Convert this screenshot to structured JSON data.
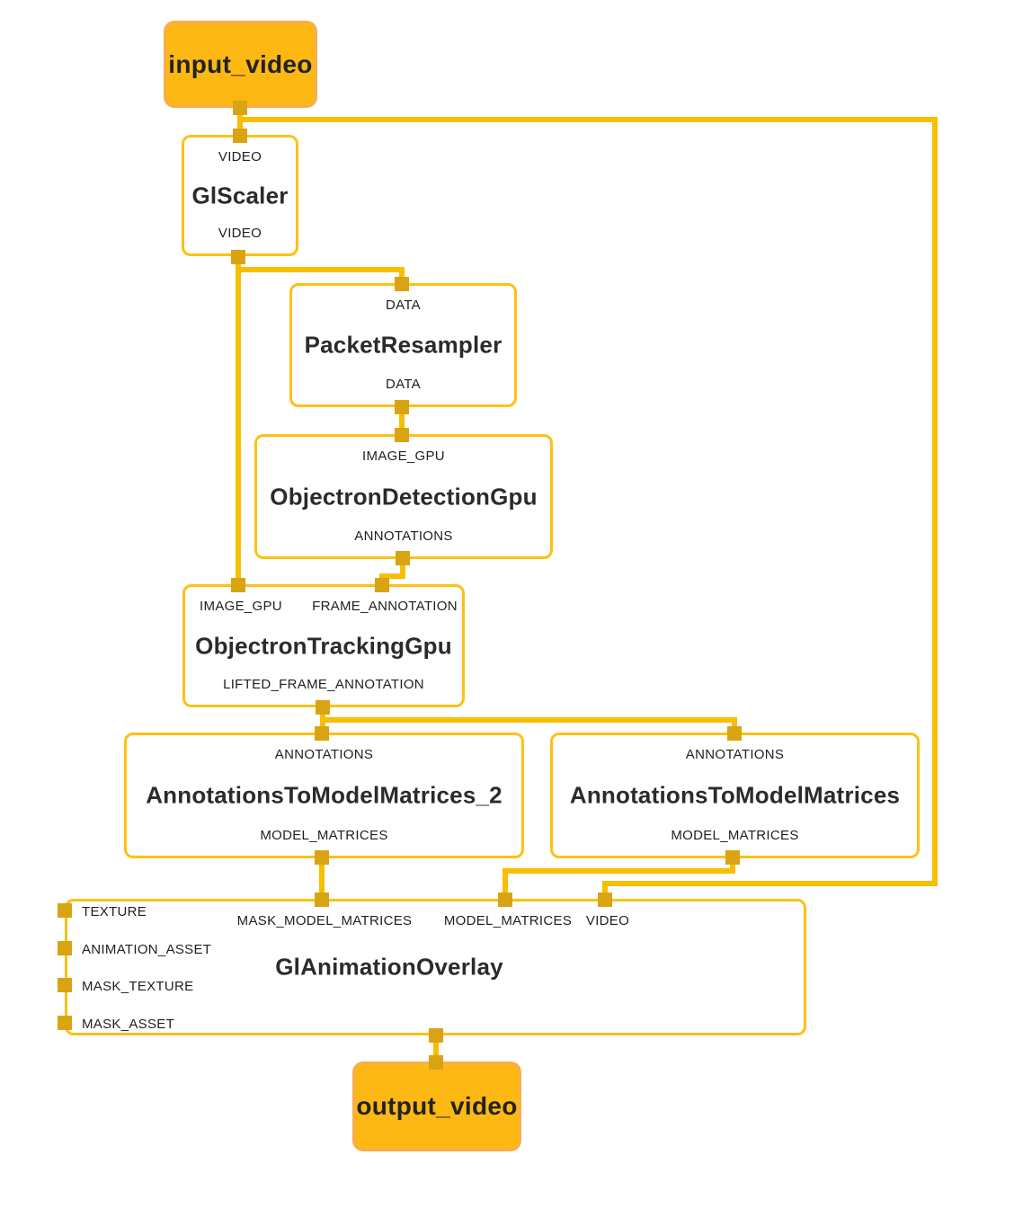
{
  "colors": {
    "wire": "#F8BE00",
    "node_border": "#FCC113",
    "port": "#D9A413",
    "io_fill": "#FDB813",
    "io_border": "#F9AC4F",
    "text": "#2B2B2B",
    "background": "#FFFFFF"
  },
  "nodes": {
    "input_video": {
      "title": "input_video",
      "type": "graph-input"
    },
    "gl_scaler": {
      "title": "GlScaler",
      "input_top": "VIDEO",
      "output_bottom": "VIDEO"
    },
    "packet_resampler": {
      "title": "PacketResampler",
      "input_top": "DATA",
      "output_bottom": "DATA"
    },
    "objectron_detection": {
      "title": "ObjectronDetectionGpu",
      "input_top": "IMAGE_GPU",
      "output_bottom": "ANNOTATIONS"
    },
    "objectron_tracking": {
      "title": "ObjectronTrackingGpu",
      "input_top_1": "IMAGE_GPU",
      "input_top_2": "FRAME_ANNOTATION",
      "output_bottom": "LIFTED_FRAME_ANNOTATION"
    },
    "annotations_to_model_matrices_2": {
      "title": "AnnotationsToModelMatrices_2",
      "input_top": "ANNOTATIONS",
      "output_bottom": "MODEL_MATRICES"
    },
    "annotations_to_model_matrices": {
      "title": "AnnotationsToModelMatrices",
      "input_top": "ANNOTATIONS",
      "output_bottom": "MODEL_MATRICES"
    },
    "gl_animation_overlay": {
      "title": "GlAnimationOverlay",
      "inputs_top": [
        "MASK_MODEL_MATRICES",
        "MODEL_MATRICES",
        "VIDEO"
      ],
      "inputs_left": [
        "TEXTURE",
        "ANIMATION_ASSET",
        "MASK_TEXTURE",
        "MASK_ASSET"
      ]
    },
    "output_video": {
      "title": "output_video",
      "type": "graph-output"
    }
  },
  "edges": [
    {
      "from": "input_video",
      "to": "GlScaler.VIDEO"
    },
    {
      "from": "input_video",
      "to": "GlAnimationOverlay.VIDEO"
    },
    {
      "from": "GlScaler.VIDEO",
      "to": "PacketResampler.DATA"
    },
    {
      "from": "GlScaler.VIDEO",
      "to": "ObjectronTrackingGpu.IMAGE_GPU"
    },
    {
      "from": "PacketResampler.DATA",
      "to": "ObjectronDetectionGpu.IMAGE_GPU"
    },
    {
      "from": "ObjectronDetectionGpu.ANNOTATIONS",
      "to": "ObjectronTrackingGpu.FRAME_ANNOTATION"
    },
    {
      "from": "ObjectronTrackingGpu.LIFTED_FRAME_ANNOTATION",
      "to": "AnnotationsToModelMatrices_2.ANNOTATIONS"
    },
    {
      "from": "ObjectronTrackingGpu.LIFTED_FRAME_ANNOTATION",
      "to": "AnnotationsToModelMatrices.ANNOTATIONS"
    },
    {
      "from": "AnnotationsToModelMatrices_2.MODEL_MATRICES",
      "to": "GlAnimationOverlay.MASK_MODEL_MATRICES"
    },
    {
      "from": "AnnotationsToModelMatrices.MODEL_MATRICES",
      "to": "GlAnimationOverlay.MODEL_MATRICES"
    },
    {
      "from": "GlAnimationOverlay",
      "to": "output_video"
    }
  ]
}
